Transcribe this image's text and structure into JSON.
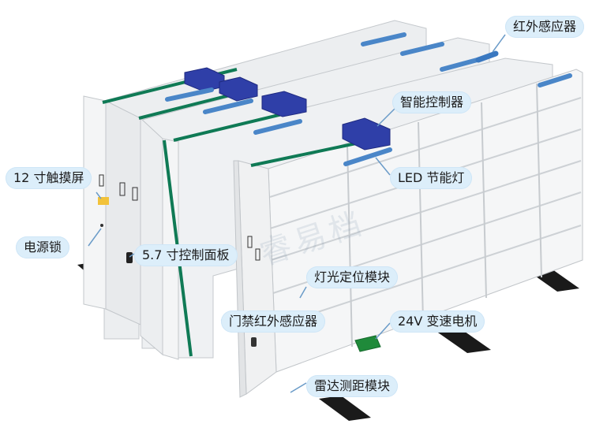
{
  "labels": {
    "infrared_sensor": "红外感应器",
    "smart_controller": "智能控制器",
    "led_lamp": "LED 节能灯",
    "touchscreen": "12 寸触摸屏",
    "power_lock": "电源锁",
    "control_panel": "5.7 寸控制面板",
    "light_positioning": "灯光定位模块",
    "door_infrared": "门禁红外感应器",
    "motor": "24V 变速电机",
    "radar_ranging": "雷达测距模块"
  },
  "watermark": "睿易档",
  "colors": {
    "callout_bg": "#dceefa",
    "controller_blue": "#2f3fa8",
    "led_tube": "#4a86c8",
    "rail_green": "#0f7a55",
    "motor_green": "#1f8a3a",
    "cabinet_face": "#f2f3f4",
    "cabinet_edge": "#c9ccd0"
  }
}
